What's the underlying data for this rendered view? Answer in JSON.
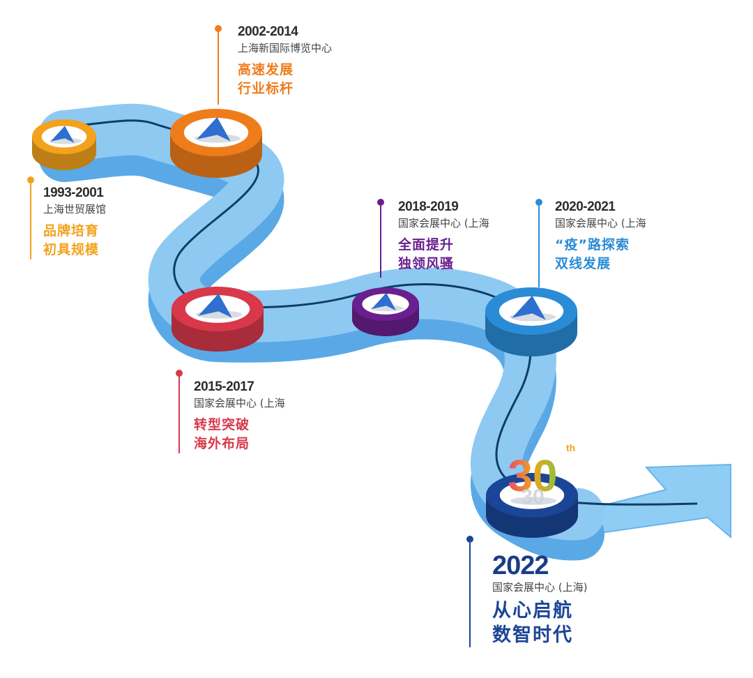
{
  "colors": {
    "road_top": "#8ec9f2",
    "road_side": "#5aa9e6",
    "road_line": "#0e3d66",
    "arrow_fill": "#8fcdf5",
    "marker": "#2f6fd0"
  },
  "milestones": [
    {
      "id": "1993",
      "year": "1993-2001",
      "venue": "上海世贸展馆",
      "slogan": [
        "品牌培育",
        "初具规模"
      ],
      "color": "#f2a21c"
    },
    {
      "id": "2002",
      "year": "2002-2014",
      "venue": "上海新国际博览中心",
      "slogan": [
        "高速发展",
        "行业标杆"
      ],
      "color": "#ef7c1b"
    },
    {
      "id": "2015",
      "year": "2015-2017",
      "venue": "国家会展中心 (上海",
      "slogan": [
        "转型突破",
        "海外布局"
      ],
      "color": "#d8384a"
    },
    {
      "id": "2018",
      "year": "2018-2019",
      "venue": "国家会展中心 (上海",
      "slogan": [
        "全面提升",
        "独领风骚"
      ],
      "color": "#6a1f8e"
    },
    {
      "id": "2020",
      "year": "2020-2021",
      "venue": "国家会展中心 (上海",
      "slogan": [
        "“疫”路探索",
        "双线发展"
      ],
      "color": "#2a8cd6"
    },
    {
      "id": "2022",
      "year": "2022",
      "venue": "国家会展中心 (上海)",
      "slogan": [
        "从心启航",
        "数智时代"
      ],
      "color": "#1b4596"
    }
  ],
  "anniversary": {
    "number": "30",
    "suffix": "th"
  }
}
